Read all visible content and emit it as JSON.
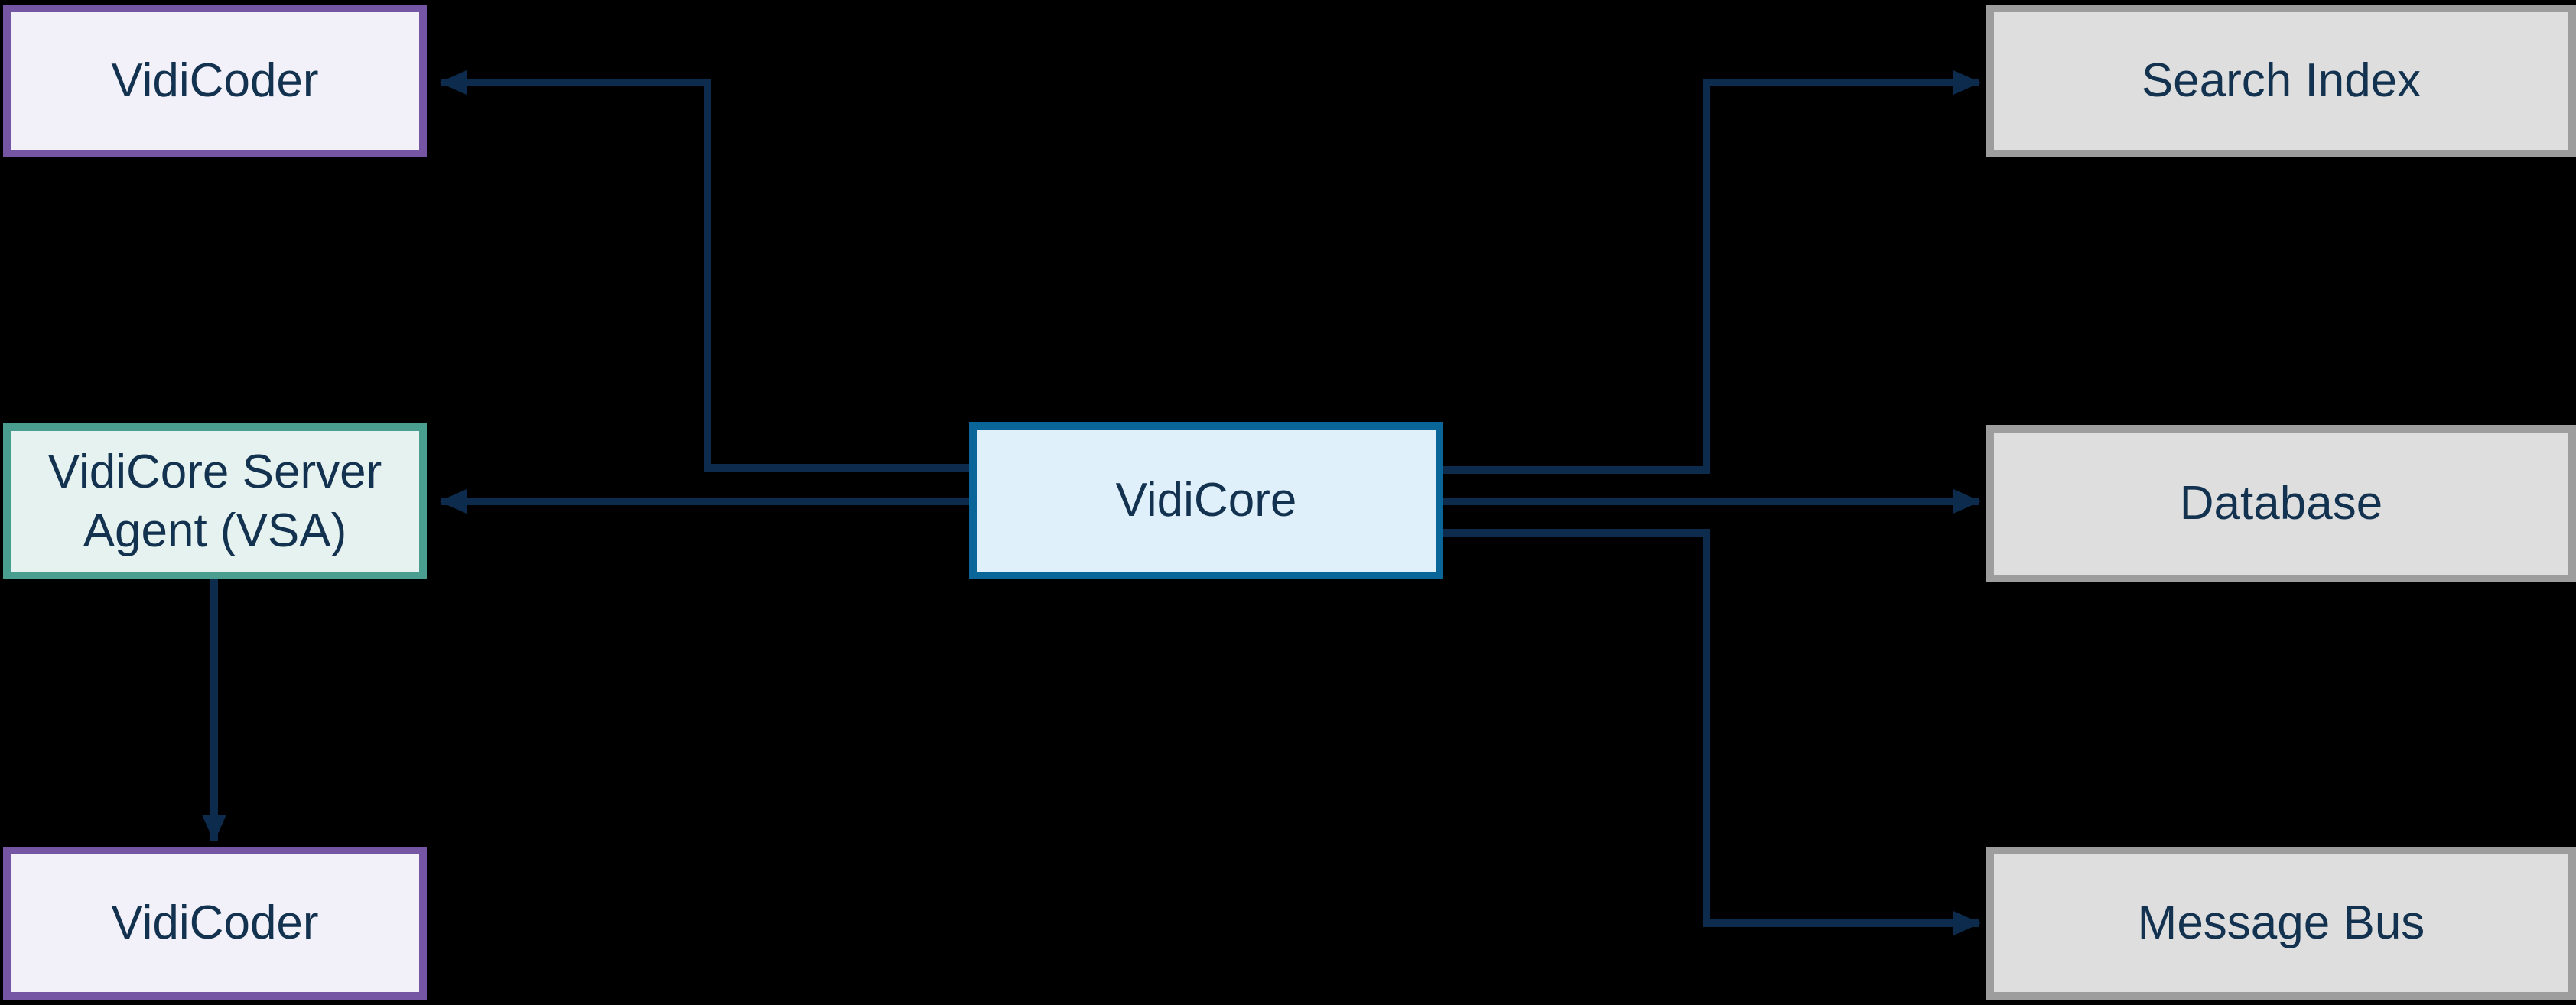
{
  "diagram": {
    "nodes": {
      "vidicoder_top": {
        "label": "VidiCoder"
      },
      "vsa": {
        "label": "VidiCore Server Agent (VSA)"
      },
      "vidicoder_bottom": {
        "label": "VidiCoder"
      },
      "vidicore": {
        "label": "VidiCore"
      },
      "search_index": {
        "label": "Search Index"
      },
      "database": {
        "label": "Database"
      },
      "message_bus": {
        "label": "Message Bus"
      }
    },
    "edges": [
      {
        "from": "vidicore",
        "to": "vidicoder_top"
      },
      {
        "from": "vidicore",
        "to": "vsa"
      },
      {
        "from": "vsa",
        "to": "vidicoder_bottom"
      },
      {
        "from": "vidicore",
        "to": "search_index"
      },
      {
        "from": "vidicore",
        "to": "database"
      },
      {
        "from": "vidicore",
        "to": "message_bus"
      }
    ]
  },
  "colors": {
    "background": "#000000",
    "connector": "#0d2c4d",
    "text": "#13324f",
    "vidicoder_border": "#7456a5",
    "vidicoder_fill": "#f2f0f8",
    "vsa_border": "#4a9e8f",
    "vsa_fill": "#e6f2ef",
    "vidicore_border": "#0a6599",
    "vidicore_fill": "#dff0fb",
    "gray_border": "#9d9d9d",
    "gray_fill": "#dedede"
  }
}
